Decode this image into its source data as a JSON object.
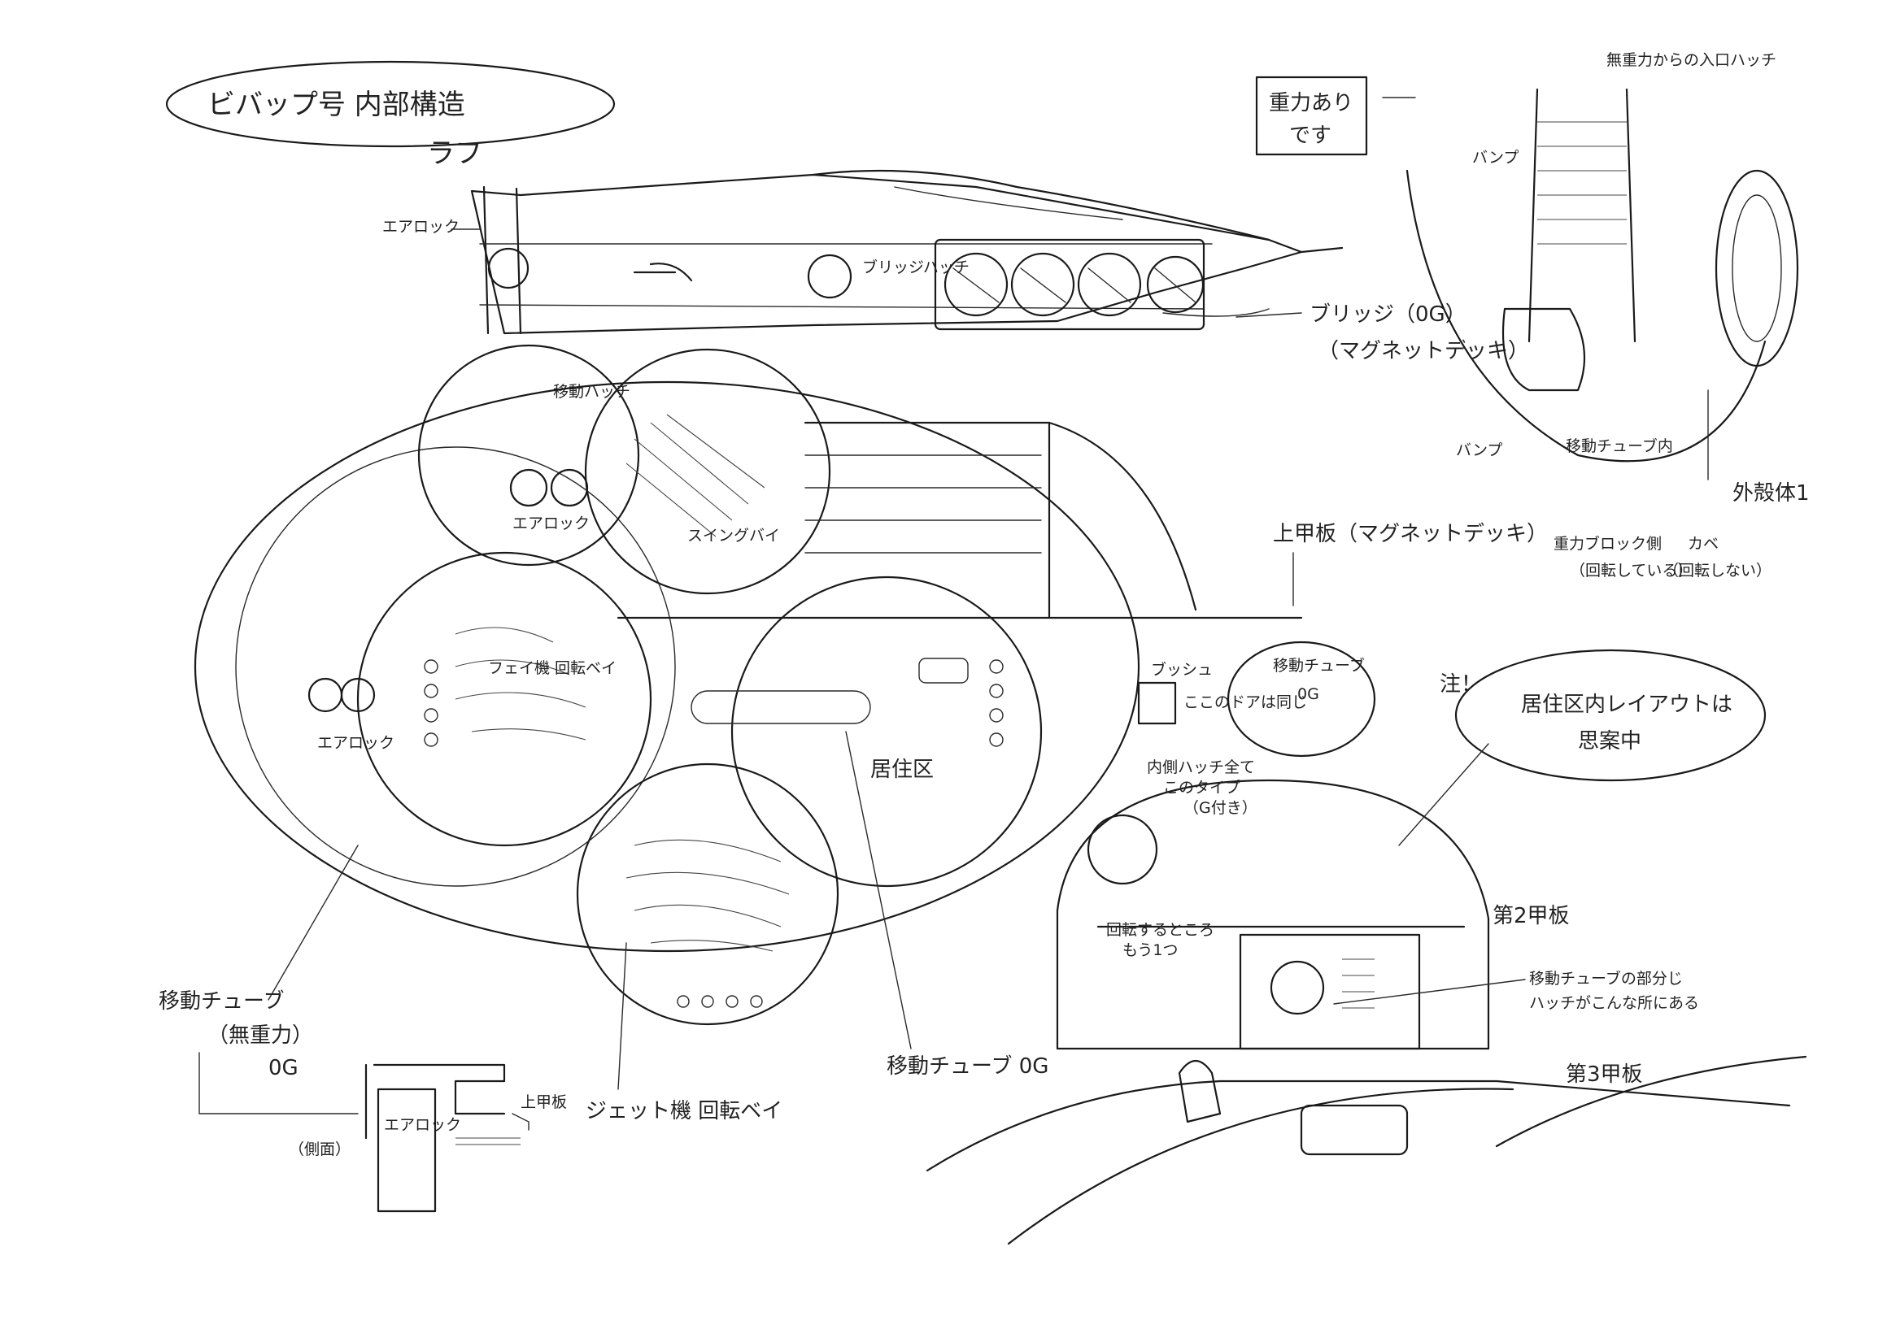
{
  "title": "ビバップ号 内部構造",
  "subtitle": "ラフ",
  "labels": {
    "airlock_top": "エアロック",
    "hatch_top": "ブリッジハッチ",
    "bridge": "ブリッジ（0G）",
    "bridge_sub": "（マグネットデッキ）",
    "move_hatch": "移動ハッチ",
    "airlock_mid": "エアロック",
    "ramp_bay": "スイングバイ",
    "fighter_bay": "フェイ機 回転ベイ",
    "airlock_left": "エアロック",
    "upper_deck": "上甲板（マグネットデッキ）",
    "living_area": "居住区",
    "tube_0g": "移動チューブ 0G",
    "tube_label": "移動チューブ",
    "tube_gravity": "（無重力）",
    "tube_0g_bottom": "0G",
    "jet_bay": "ジェット機 回転ベイ",
    "move_tube_og": "移動チューブ 0G",
    "side_view": "（側面）",
    "upper_plate": "上甲板",
    "airlock_box": "エアロック",
    "gravity_box_1": "重力あり",
    "gravity_box_2": "です",
    "top_right_note": "無重力からの入口ハッチ",
    "bump1": "バンプ",
    "bump2": "バンプ",
    "tube_inside": "移動チューブ内",
    "gravity_block": "重力ブロック側",
    "gravity_block_sub": "（回転している）",
    "hull1": "外殻体1",
    "hull_wall": "カベ",
    "hull_wall_sub": "（回転しない）",
    "note_mark": "注！",
    "note_text_1": "居住区内レイアウトは",
    "note_text_2": "思案中",
    "hatch_small": "ブッシュ",
    "hatch_small_note": "ここのドアは同じ",
    "tube_small": "移動チューブ",
    "tube_small_og": "0G",
    "inner_hatch": "内側ハッチ全て",
    "inner_hatch_2": "このタイプ",
    "inner_hatch_3": "（G付き）",
    "deck2": "第2甲板",
    "tube_note": "移動チューブの部分じ",
    "tube_note_2": "ハッチがこんな所にある",
    "deck3": "第3甲板",
    "corridor_note": "回転するところ",
    "corridor_note_2": "もう1つ"
  }
}
